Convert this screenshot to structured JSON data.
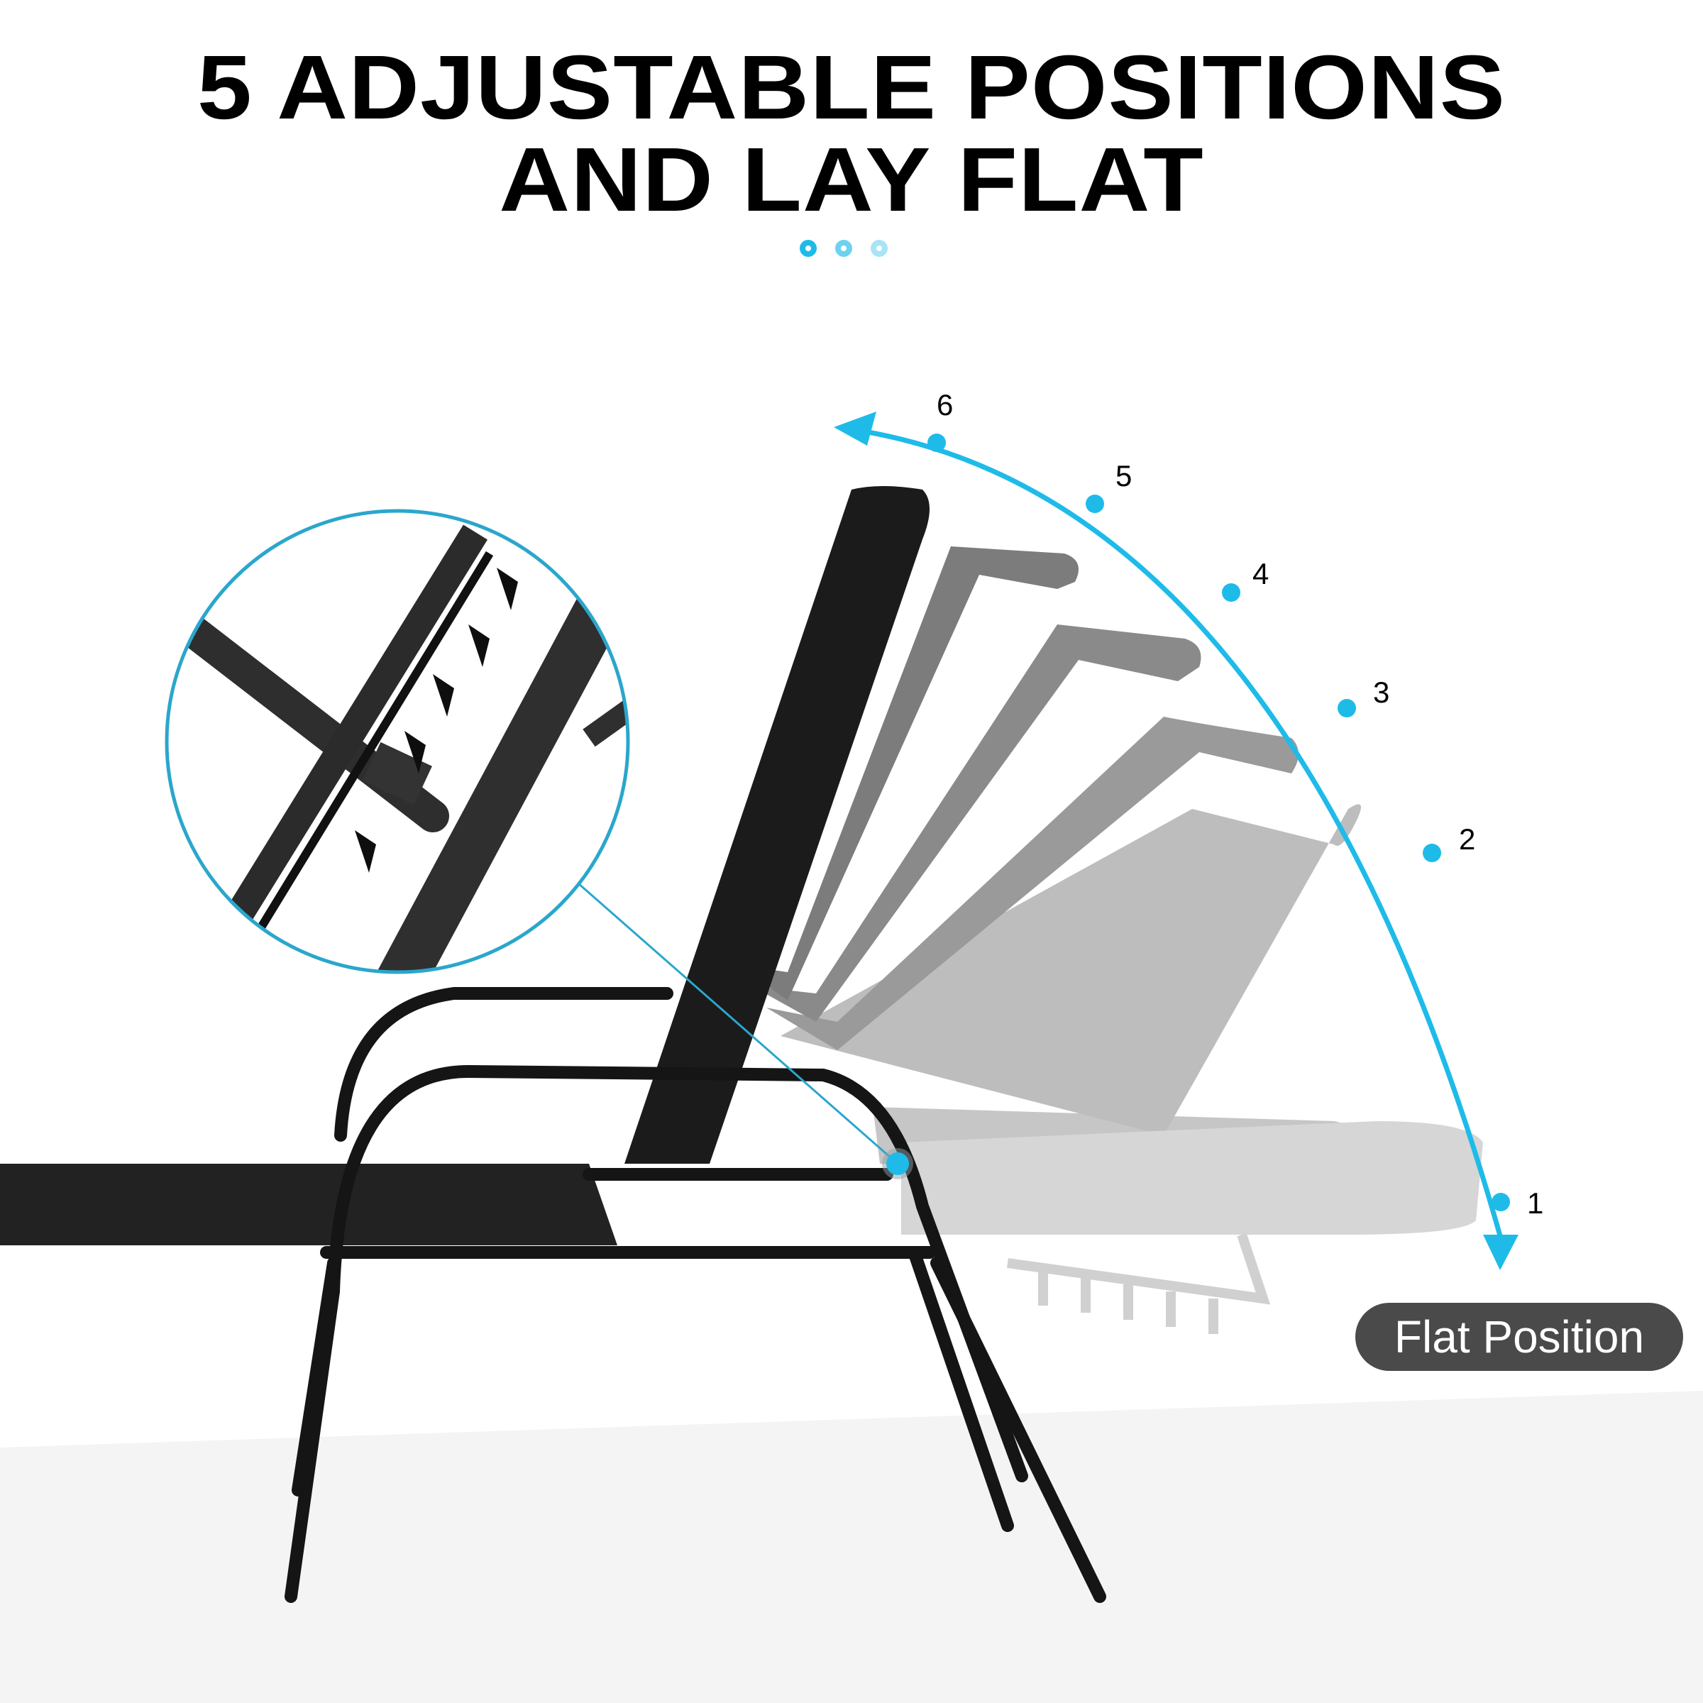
{
  "headline": {
    "line1": "5 ADJUSTABLE POSITIONS",
    "line2": "AND LAY FLAT"
  },
  "pager_dots": [
    {
      "color": "#1ebbe9",
      "state": "active"
    },
    {
      "color": "#6dd2f0",
      "state": "inactive"
    },
    {
      "color": "#a8e4f6",
      "state": "inactive"
    }
  ],
  "positions": [
    {
      "label": "1"
    },
    {
      "label": "2"
    },
    {
      "label": "3"
    },
    {
      "label": "4"
    },
    {
      "label": "5"
    },
    {
      "label": "6"
    }
  ],
  "badge": {
    "label": "Flat Position"
  },
  "colors": {
    "accent": "#1ebbe9",
    "badge_bg": "#4a4a4a",
    "frame": "#1e1e1e"
  },
  "icons": {
    "arc_arrow": "arc-arrow-icon",
    "detail_zoom": "magnifier-callout-icon"
  }
}
